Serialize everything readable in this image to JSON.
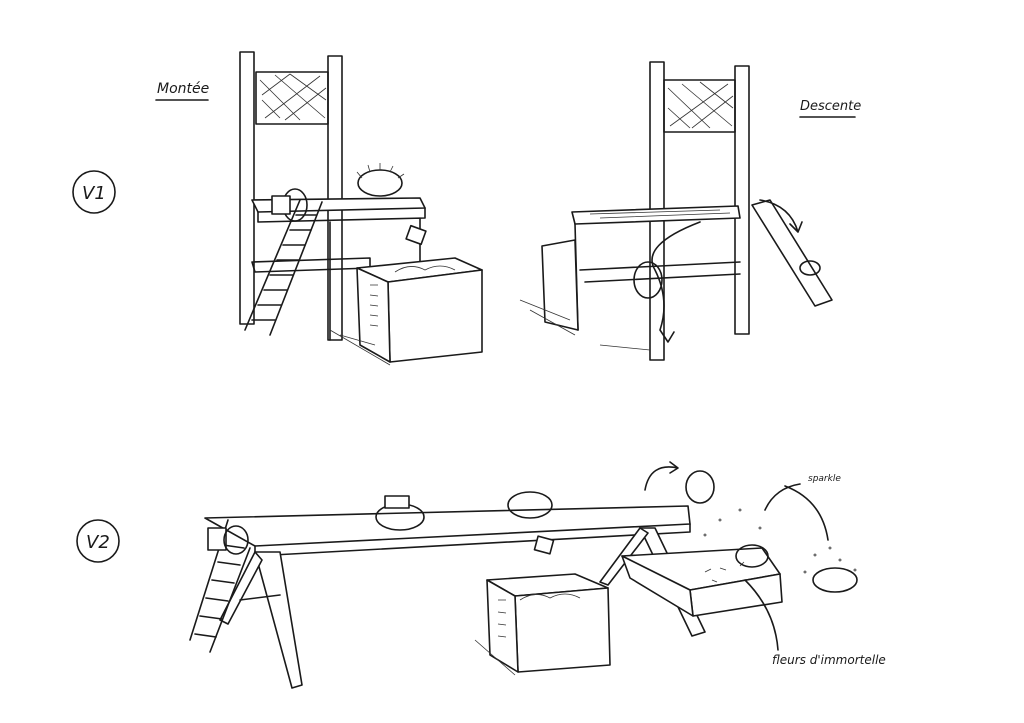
{
  "labels": {
    "climb": "Montée",
    "descent": "Descente",
    "version1": "V1",
    "version2": "V2",
    "sparkle": "sparkle",
    "flowers": "fleurs d'immortelle"
  },
  "colors": {
    "ink": "#1a1a1a",
    "paper": "#ffffff"
  }
}
